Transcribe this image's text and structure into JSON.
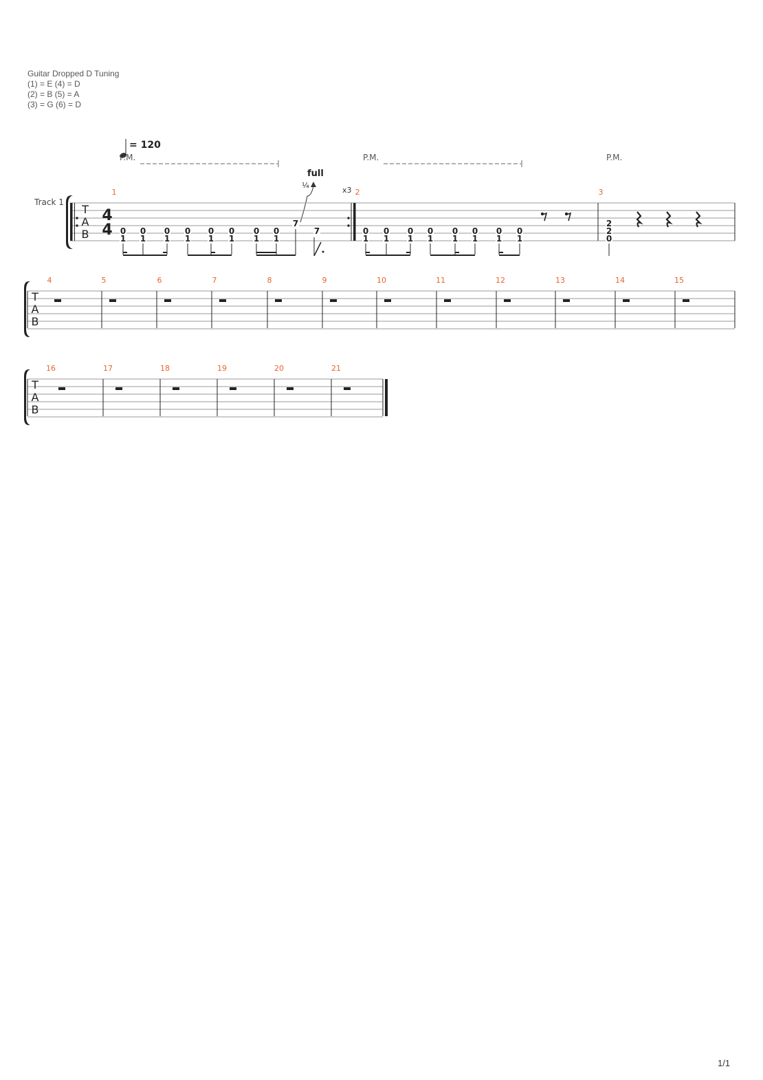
{
  "tuning": {
    "title": "Guitar Dropped D Tuning",
    "lines": [
      "(1) = E (4) = D",
      "(2) = B (5) = A",
      "(3) = G (6) = D"
    ]
  },
  "tempo": {
    "label": "= 120"
  },
  "track": {
    "name": "Track 1"
  },
  "time_signature": {
    "top": "4",
    "bottom": "4"
  },
  "tab_letters": [
    "T",
    "A",
    "B"
  ],
  "palm_mute": "P.M.",
  "bend": {
    "amount": "full",
    "quarter": "¼"
  },
  "repeat_count": "x3",
  "measure_numbers": [
    "1",
    "2",
    "3",
    "4",
    "5",
    "6",
    "7",
    "8",
    "9",
    "10",
    "11",
    "12",
    "13",
    "14",
    "15",
    "16",
    "17",
    "18",
    "19",
    "20",
    "21"
  ],
  "measure1": {
    "chords": [
      [
        "0",
        "1"
      ],
      [
        "0",
        "1"
      ],
      [
        "0",
        "1"
      ],
      [
        "0",
        "1"
      ],
      [
        "0",
        "1"
      ],
      [
        "0",
        "1"
      ],
      [
        "0",
        "1"
      ],
      [
        "0",
        "1"
      ]
    ],
    "bend_note": "7",
    "tail_note": "7"
  },
  "measure2": {
    "chords": [
      [
        "0",
        "1"
      ],
      [
        "0",
        "1"
      ],
      [
        "0",
        "1"
      ],
      [
        "0",
        "1"
      ],
      [
        "0",
        "1"
      ],
      [
        "0",
        "1"
      ],
      [
        "0",
        "1"
      ],
      [
        "0",
        "1"
      ]
    ]
  },
  "measure3": {
    "chord": [
      "2",
      "2",
      "0"
    ]
  },
  "page_number": "1/1",
  "colors": {
    "measure_number": "#e8652a",
    "staff_line": "#999999",
    "ink": "#222222"
  }
}
